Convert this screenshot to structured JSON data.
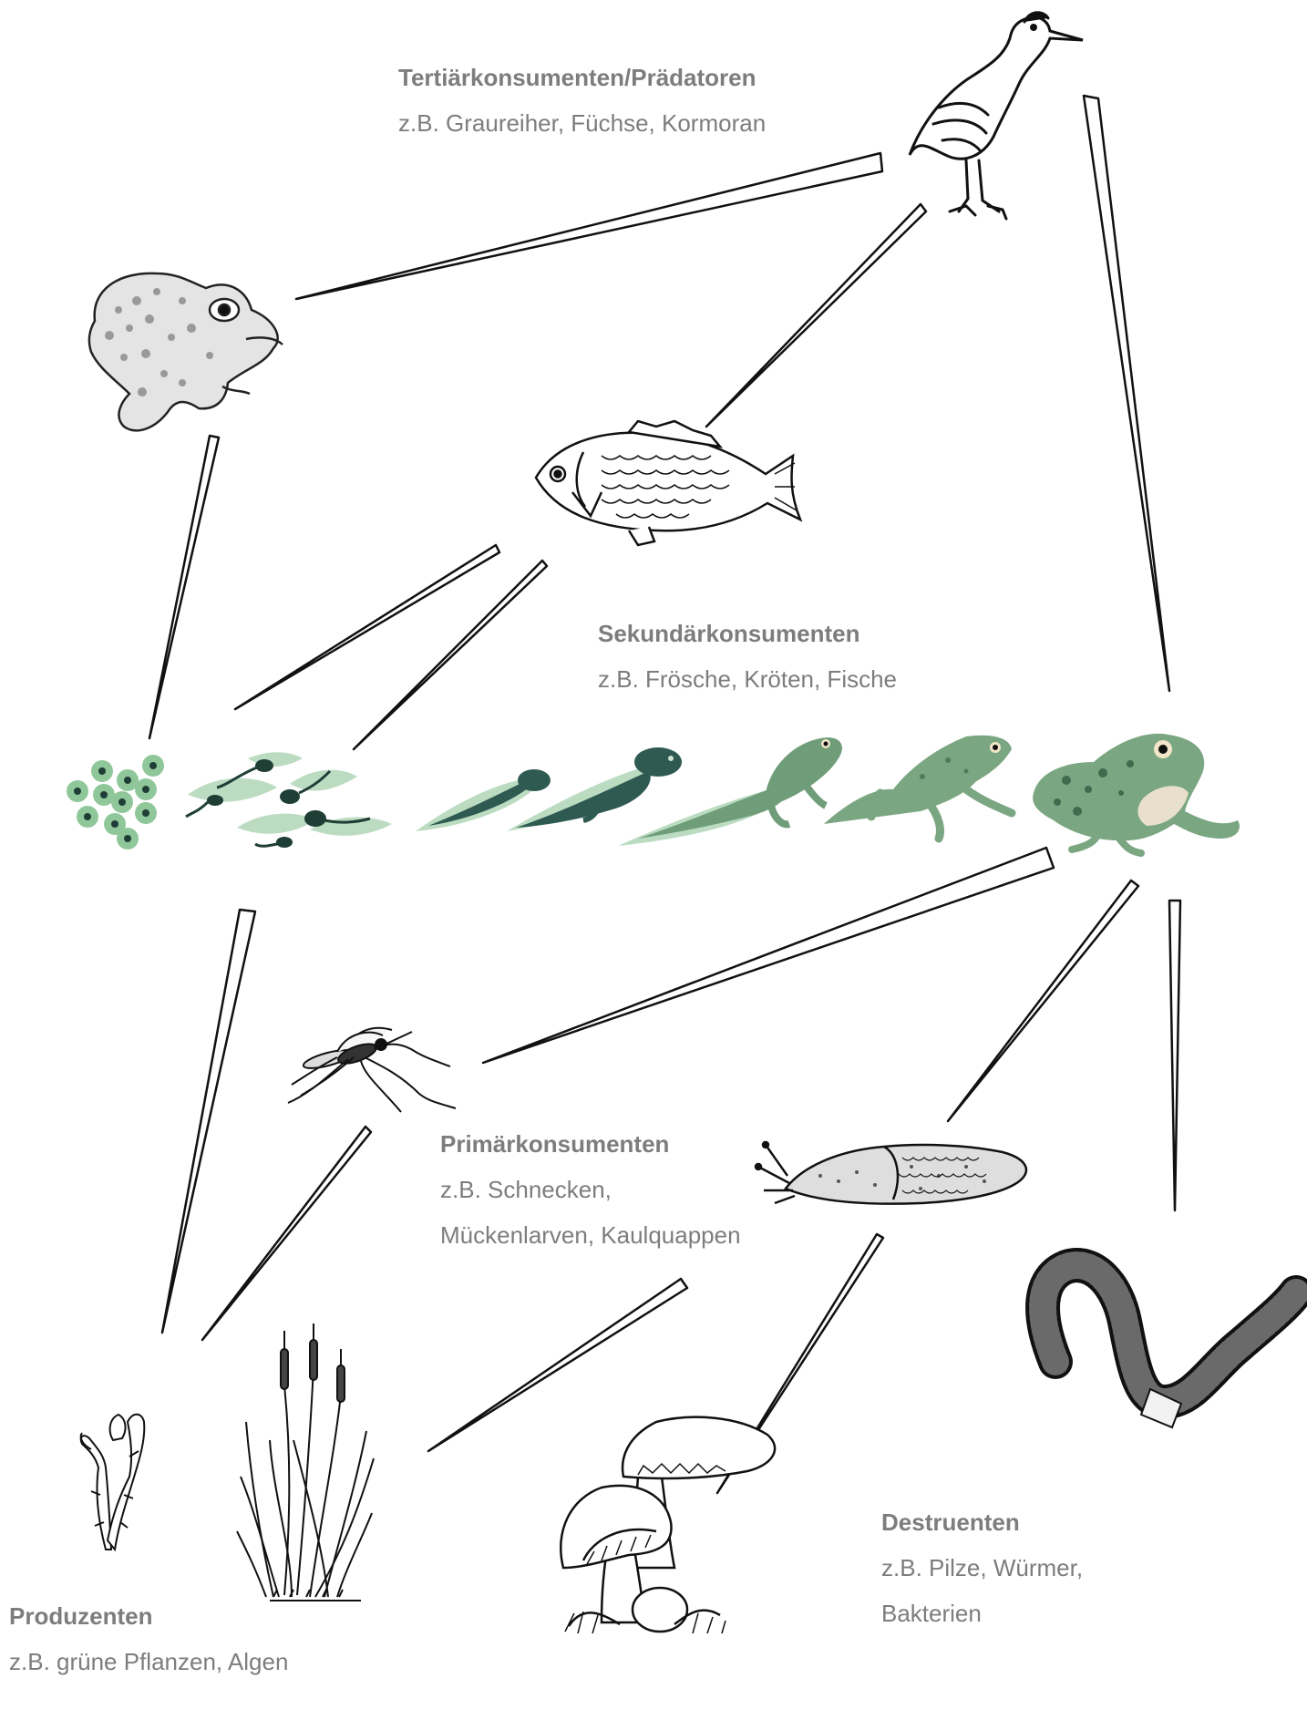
{
  "labels": {
    "tertiary": {
      "title": "Tertiärkonsumenten/Prädatoren",
      "desc": "z.B. Graureiher, Füchse, Kormoran"
    },
    "secondary": {
      "title": "Sekundärkonsumenten",
      "desc": "z.B. Frösche, Kröten, Fische"
    },
    "primary": {
      "title": "Primärkonsumenten",
      "desc1": "z.B. Schnecken,",
      "desc2": "Mückenlarven, Kaulquappen"
    },
    "decomposers": {
      "title": "Destruenten",
      "desc1": "z.B. Pilze, Würmer,",
      "desc2": "Bakterien"
    },
    "producers": {
      "title": "Produzenten",
      "desc": "z.B. grüne Pflanzen, Algen"
    }
  },
  "colors": {
    "label": "#7d7d7d",
    "light_green": "#8fc79a",
    "mid_green": "#6f9d7a",
    "dark_green": "#2f5a52",
    "ink": "#111111"
  },
  "icons": [
    "heron-icon",
    "toad-icon",
    "fish-icon",
    "frog-lifecycle-icon",
    "mosquito-icon",
    "slug-icon",
    "worm-icon",
    "algae-icon",
    "reed-icon",
    "mushroom-icon"
  ]
}
